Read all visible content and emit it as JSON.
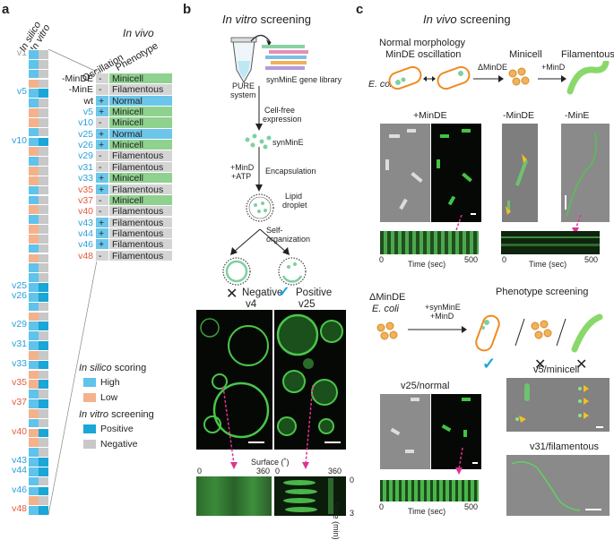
{
  "panel_a": {
    "letter": "a",
    "header_silico": "In silico",
    "header_vitro": "In vitro",
    "header_vivo": "In vivo",
    "col_oscillation": "Oscillation",
    "col_phenotype": "Phenotype",
    "left_labels": [
      {
        "text": "v1",
        "color": "#9a9a9a"
      },
      {
        "text": "v5",
        "color": "#2aa0d8"
      },
      {
        "text": "v10",
        "color": "#2aa0d8"
      },
      {
        "text": "v25",
        "color": "#2aa0d8"
      },
      {
        "text": "v26",
        "color": "#2aa0d8"
      },
      {
        "text": "v29",
        "color": "#2aa0d8"
      },
      {
        "text": "v31",
        "color": "#2aa0d8"
      },
      {
        "text": "v33",
        "color": "#2aa0d8"
      },
      {
        "text": "v35",
        "color": "#e25c3c"
      },
      {
        "text": "v37",
        "color": "#e25c3c"
      },
      {
        "text": "v40",
        "color": "#e25c3c"
      },
      {
        "text": "v43",
        "color": "#2aa0d8"
      },
      {
        "text": "v44",
        "color": "#2aa0d8"
      },
      {
        "text": "v46",
        "color": "#2aa0d8"
      },
      {
        "text": "v48",
        "color": "#e25c3c"
      }
    ],
    "table": [
      {
        "name": "-MinDE",
        "color": "#222",
        "osc": "-",
        "pheno": "Minicell"
      },
      {
        "name": "-MinE",
        "color": "#222",
        "osc": "-",
        "pheno": "Filamentous"
      },
      {
        "name": "wt",
        "color": "#222",
        "osc": "+",
        "pheno": "Normal"
      },
      {
        "name": "v5",
        "color": "#2aa0d8",
        "osc": "+",
        "pheno": "Minicell"
      },
      {
        "name": "v10",
        "color": "#2aa0d8",
        "osc": "-",
        "pheno": "Minicell"
      },
      {
        "name": "v25",
        "color": "#2aa0d8",
        "osc": "+",
        "pheno": "Normal"
      },
      {
        "name": "v26",
        "color": "#2aa0d8",
        "osc": "+",
        "pheno": "Minicell"
      },
      {
        "name": "v29",
        "color": "#2aa0d8",
        "osc": "-",
        "pheno": "Filamentous"
      },
      {
        "name": "v31",
        "color": "#2aa0d8",
        "osc": "-",
        "pheno": "Filamentous"
      },
      {
        "name": "v33",
        "color": "#2aa0d8",
        "osc": "+",
        "pheno": "Minicell"
      },
      {
        "name": "v35",
        "color": "#e25c3c",
        "osc": "+",
        "pheno": "Filamentous"
      },
      {
        "name": "v37",
        "color": "#e25c3c",
        "osc": "-",
        "pheno": "Minicell"
      },
      {
        "name": "v40",
        "color": "#e25c3c",
        "osc": "-",
        "pheno": "Filamentous"
      },
      {
        "name": "v43",
        "color": "#2aa0d8",
        "osc": "+",
        "pheno": "Filamentous"
      },
      {
        "name": "v44",
        "color": "#2aa0d8",
        "osc": "+",
        "pheno": "Filamentous"
      },
      {
        "name": "v46",
        "color": "#2aa0d8",
        "osc": "+",
        "pheno": "Filamentous"
      },
      {
        "name": "v48",
        "color": "#e25c3c",
        "osc": "-",
        "pheno": "Filamentous"
      }
    ],
    "legend": {
      "silico_title": "In silico",
      "silico_rest": " scoring",
      "high": "High",
      "low": "Low",
      "vitro_title": "In vitro",
      "vitro_rest": " screening",
      "positive": "Positive",
      "negative": "Negative"
    },
    "colors": {
      "high": "#5fc3eb",
      "low": "#f4b28c",
      "positive": "#1aa6d6",
      "negative": "#c8c8c8",
      "minicell": "#8fd18f",
      "normal": "#6cc6ea",
      "filamentous": "#d4d4d4",
      "osc_plus": "#6cc6ea",
      "osc_minus": "#d4d4d4"
    }
  },
  "panel_b": {
    "letter": "b",
    "title_it": "In vitro",
    "title_rest": " screening",
    "pure": "PURE",
    "system": "system",
    "library": "synMinE gene library",
    "cellfree1": "Cell-free",
    "cellfree2": "expression",
    "synmine": "synMinE",
    "mind": "+MinD",
    "atp": "+ATP",
    "encapsulation": "Encapsulation",
    "lipid": "Lipid",
    "droplet": "droplet",
    "self1": "Self-",
    "self2": "organization",
    "negative": "Negative",
    "neg_v": "v4",
    "positive": "Positive",
    "pos_v": "v25",
    "surface": "Surface (˚)",
    "s0a": "0",
    "s360a": "360",
    "s0b": "0",
    "s360b": "360",
    "t0": "0",
    "t3": "3",
    "time_min": "Time (min)"
  },
  "panel_c": {
    "letter": "c",
    "title_it": "In vivo",
    "title_rest": " screening",
    "normal1": "Normal morphology",
    "normal2": "MinDE oscillation",
    "ecoli": "E. coli",
    "dminde": "ΔMinDE",
    "minicell": "Minicell",
    "plusmind": "+MinD",
    "filamentous": "Filamentous",
    "img_minde": "+MinDE",
    "img_dminde": "-MinDE",
    "img_mine": "-MinE",
    "time": "Time (sec)",
    "t0a": "0",
    "t500a": "500",
    "t0b": "0",
    "t500b": "500",
    "t0c": "0",
    "t500c": "500",
    "dminde2": "ΔMinDE",
    "ecoli2": "E. coli",
    "synmine": "+synMinE",
    "mind2": "+MinD",
    "pheno_screen": "Phenotype screening",
    "v25": "v25/normal",
    "v5": "v5/minicell",
    "v31": "v31/filamentous"
  }
}
